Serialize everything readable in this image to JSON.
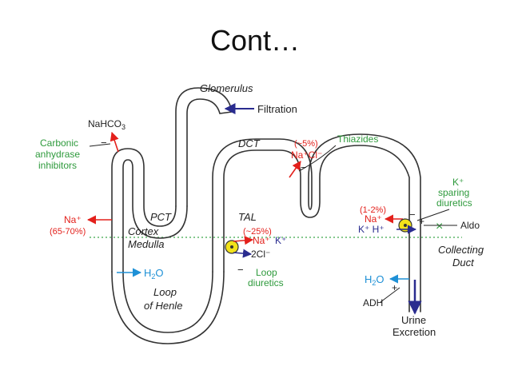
{
  "slide": {
    "title": "Cont…"
  },
  "colors": {
    "tubule": "#333333",
    "red": "#e3201b",
    "green": "#2e9a3c",
    "navy": "#2a2c8f",
    "blue": "#1e90d6",
    "pump_fill": "#f2e21a",
    "divider": "#3aa64a"
  },
  "labels": {
    "glomerulus": "Glomerulus",
    "filtration": "Filtration",
    "dct": "DCT",
    "pct": "PCT",
    "tal": "TAL",
    "cortex": "Cortex",
    "medulla": "Medulla",
    "loop_of_henle_1": "Loop",
    "loop_of_henle_2": "of Henle",
    "collecting_duct_1": "Collecting",
    "collecting_duct_2": "Duct",
    "urine_1": "Urine",
    "urine_2": "Excretion",
    "adh": "ADH",
    "aldo": "Aldo"
  },
  "drugs": {
    "carbonic_1": "Carbonic",
    "carbonic_2": "anhydrase",
    "carbonic_3": "inhibitors",
    "thiazides": "Thiazides",
    "loop_1": "Loop",
    "loop_2": "diuretics",
    "ksparing_1": "K⁺",
    "ksparing_2": "sparing",
    "ksparing_3": "diuretics"
  },
  "solutes": {
    "nahco3_base": "NaHCO",
    "nahco3_sub": "3",
    "pct_na": "Na⁺",
    "pct_pct": "(65-70%)",
    "h2o": "H",
    "h2o_sub": "2",
    "h2o_o": "O",
    "tal_pct": "(~25%)",
    "tal_na": "Na⁺",
    "tal_k": "K⁺",
    "tal_cl": "2Cl⁻",
    "dct_pct": "(~5%)",
    "dct_nacl": "Na⁺Cl⁻",
    "cd_pct": "(1-2%)",
    "cd_na": "Na⁺",
    "cd_kh": "K⁺ H⁺",
    "cd_h2o": "H",
    "cd_h2o_sub": "2",
    "cd_h2o_o": "O"
  },
  "signs": {
    "minus": "−",
    "plus": "+",
    "block": "×"
  }
}
